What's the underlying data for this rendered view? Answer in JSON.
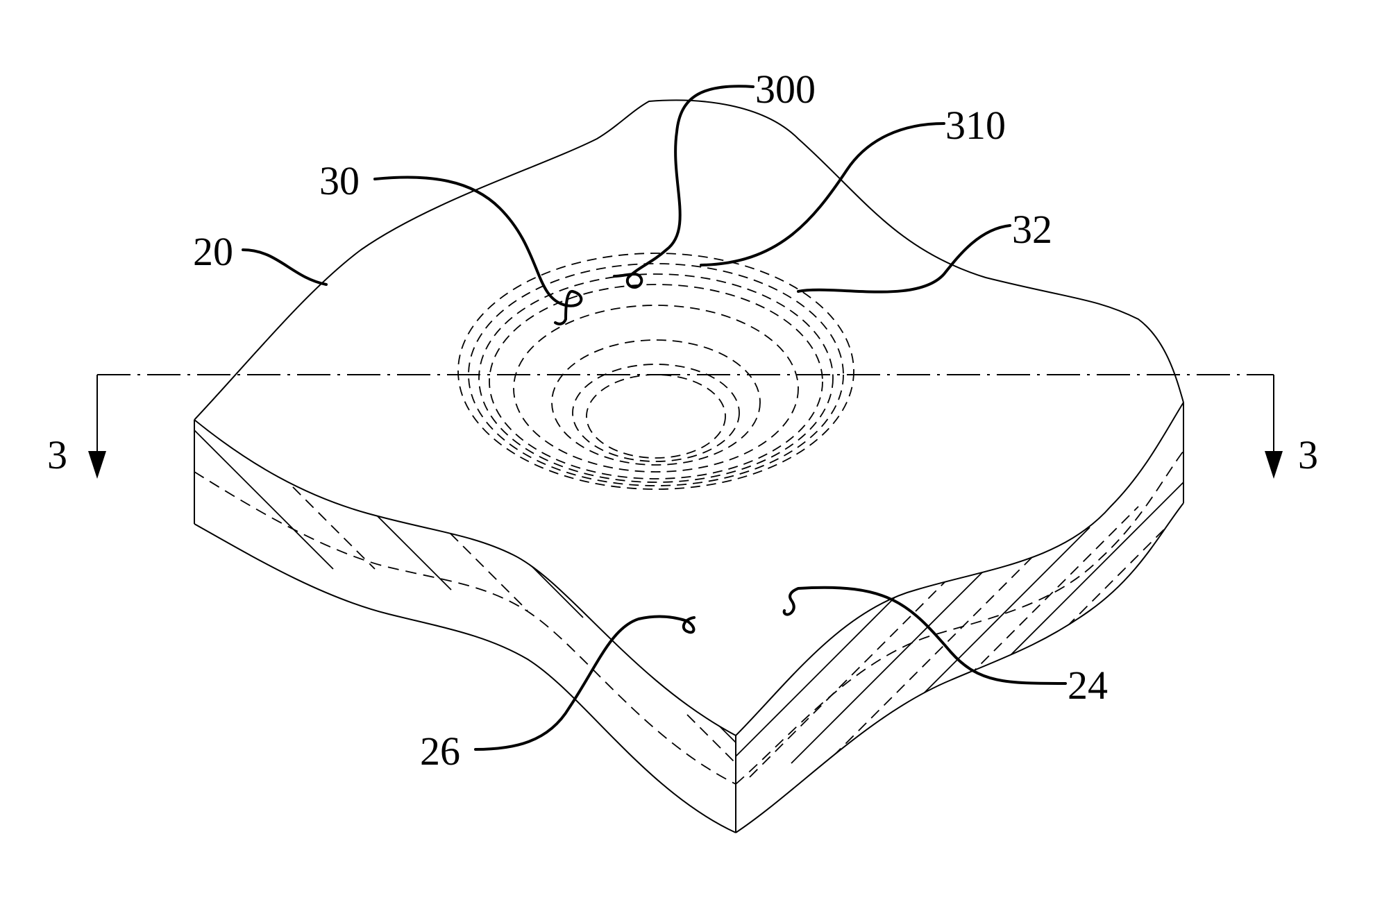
{
  "labels": {
    "ref_20": "20",
    "ref_30": "30",
    "ref_300": "300",
    "ref_310": "310",
    "ref_32": "32",
    "ref_24": "24",
    "ref_26": "26",
    "section_left": "3",
    "section_right": "3"
  }
}
